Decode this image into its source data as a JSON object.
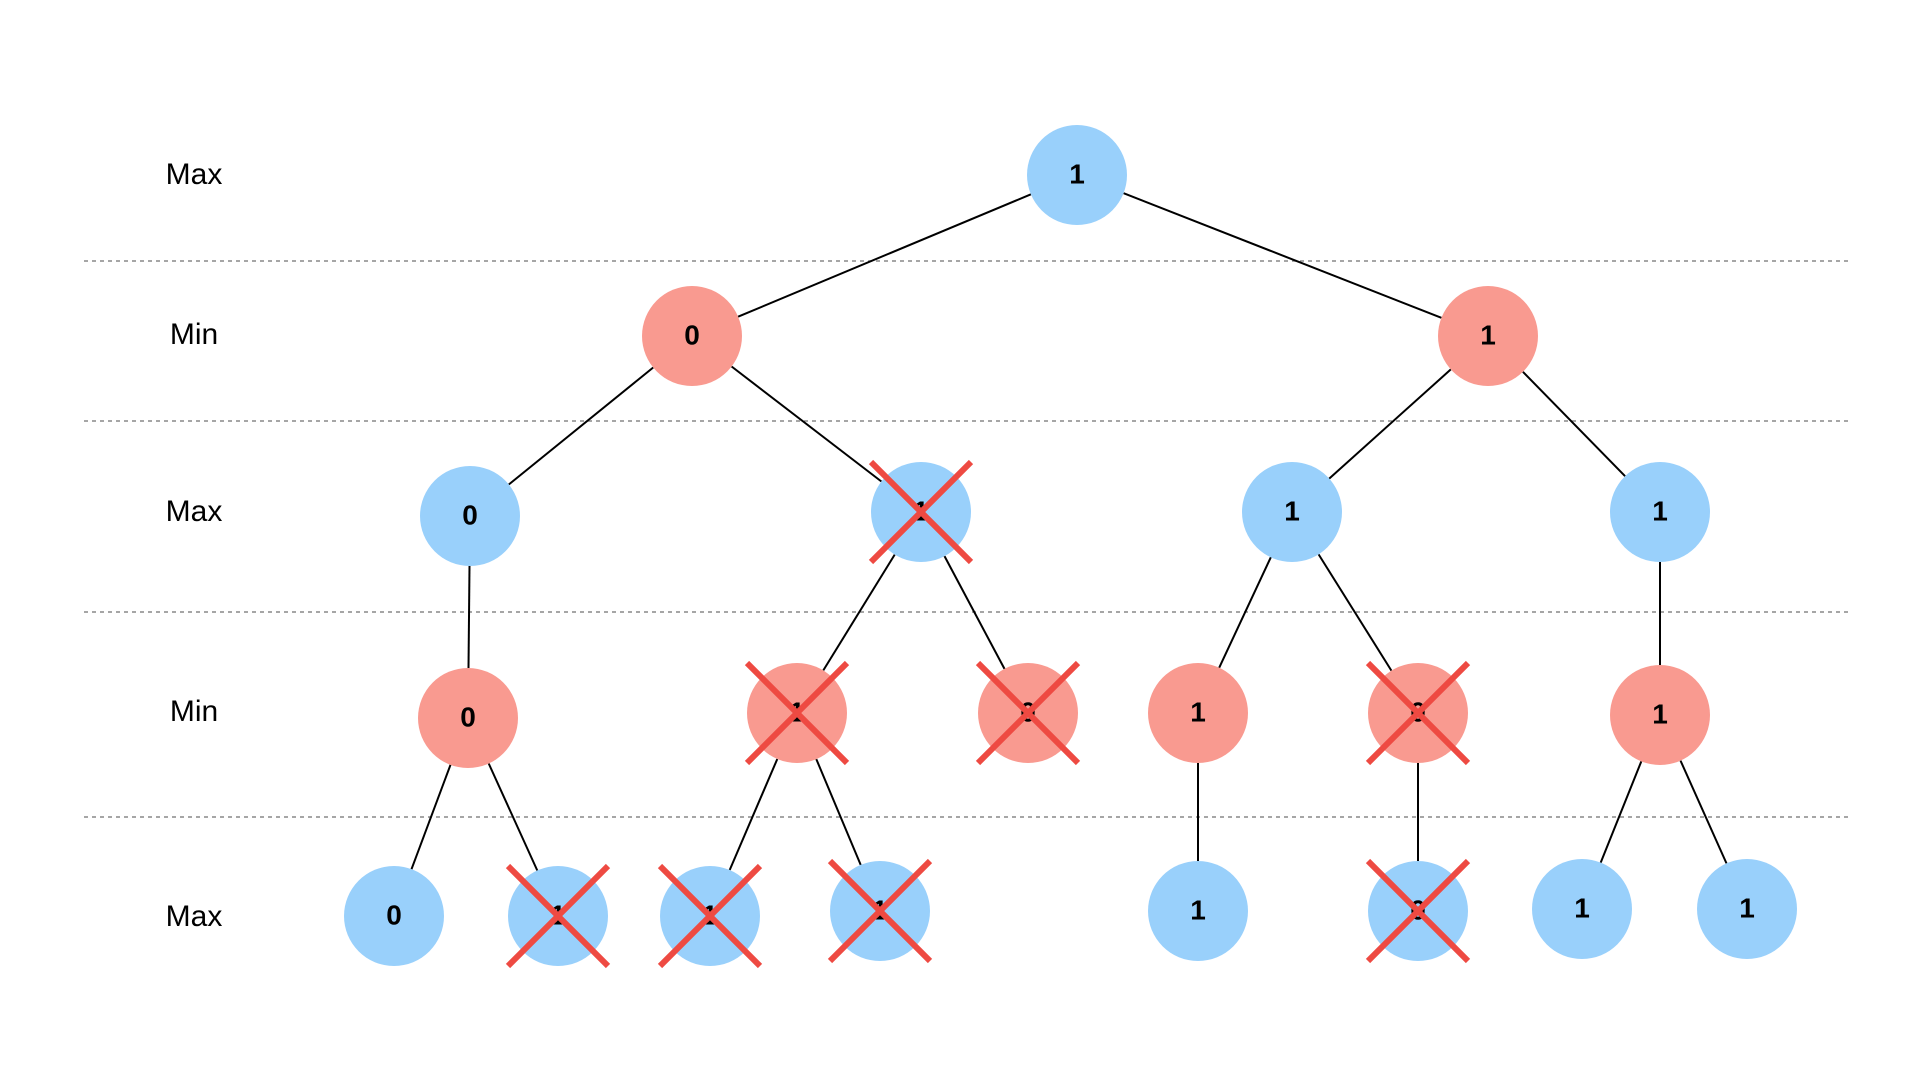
{
  "colors": {
    "max_node": "#99d0fb",
    "min_node": "#f99a90",
    "pruned_cross": "#ee4a42"
  },
  "levels": [
    {
      "id": "level-1",
      "label": "Max"
    },
    {
      "id": "level-2",
      "label": "Min"
    },
    {
      "id": "level-3",
      "label": "Max"
    },
    {
      "id": "level-4",
      "label": "Min"
    },
    {
      "id": "level-5",
      "label": "Max"
    }
  ],
  "tree": {
    "nodes": [
      {
        "id": "n1",
        "value": "1",
        "type": "max",
        "pruned": false
      },
      {
        "id": "n2",
        "value": "0",
        "type": "min",
        "pruned": false
      },
      {
        "id": "n3",
        "value": "1",
        "type": "min",
        "pruned": false
      },
      {
        "id": "n4",
        "value": "0",
        "type": "max",
        "pruned": false
      },
      {
        "id": "n5",
        "value": "1",
        "type": "max",
        "pruned": true
      },
      {
        "id": "n6",
        "value": "1",
        "type": "max",
        "pruned": false
      },
      {
        "id": "n7",
        "value": "1",
        "type": "max",
        "pruned": false
      },
      {
        "id": "n8",
        "value": "0",
        "type": "min",
        "pruned": false
      },
      {
        "id": "n9",
        "value": "1",
        "type": "min",
        "pruned": true
      },
      {
        "id": "n10",
        "value": "0",
        "type": "min",
        "pruned": true
      },
      {
        "id": "n11",
        "value": "1",
        "type": "min",
        "pruned": false
      },
      {
        "id": "n12",
        "value": "0",
        "type": "min",
        "pruned": true
      },
      {
        "id": "n13",
        "value": "1",
        "type": "min",
        "pruned": false
      },
      {
        "id": "n14",
        "value": "0",
        "type": "max",
        "pruned": false
      },
      {
        "id": "n15",
        "value": "1",
        "type": "max",
        "pruned": true
      },
      {
        "id": "n16",
        "value": "1",
        "type": "max",
        "pruned": true
      },
      {
        "id": "n17",
        "value": "1",
        "type": "max",
        "pruned": true
      },
      {
        "id": "n18",
        "value": "1",
        "type": "max",
        "pruned": false
      },
      {
        "id": "n19",
        "value": "0",
        "type": "max",
        "pruned": true
      },
      {
        "id": "n20",
        "value": "1",
        "type": "max",
        "pruned": false
      },
      {
        "id": "n21",
        "value": "1",
        "type": "max",
        "pruned": false
      }
    ],
    "edges": [
      [
        "n1",
        "n2"
      ],
      [
        "n1",
        "n3"
      ],
      [
        "n2",
        "n4"
      ],
      [
        "n2",
        "n5"
      ],
      [
        "n3",
        "n6"
      ],
      [
        "n3",
        "n7"
      ],
      [
        "n4",
        "n8"
      ],
      [
        "n5",
        "n9"
      ],
      [
        "n5",
        "n10"
      ],
      [
        "n6",
        "n11"
      ],
      [
        "n6",
        "n12"
      ],
      [
        "n7",
        "n13"
      ],
      [
        "n8",
        "n14"
      ],
      [
        "n8",
        "n15"
      ],
      [
        "n9",
        "n16"
      ],
      [
        "n9",
        "n17"
      ],
      [
        "n11",
        "n18"
      ],
      [
        "n12",
        "n19"
      ],
      [
        "n13",
        "n20"
      ],
      [
        "n13",
        "n21"
      ]
    ]
  }
}
